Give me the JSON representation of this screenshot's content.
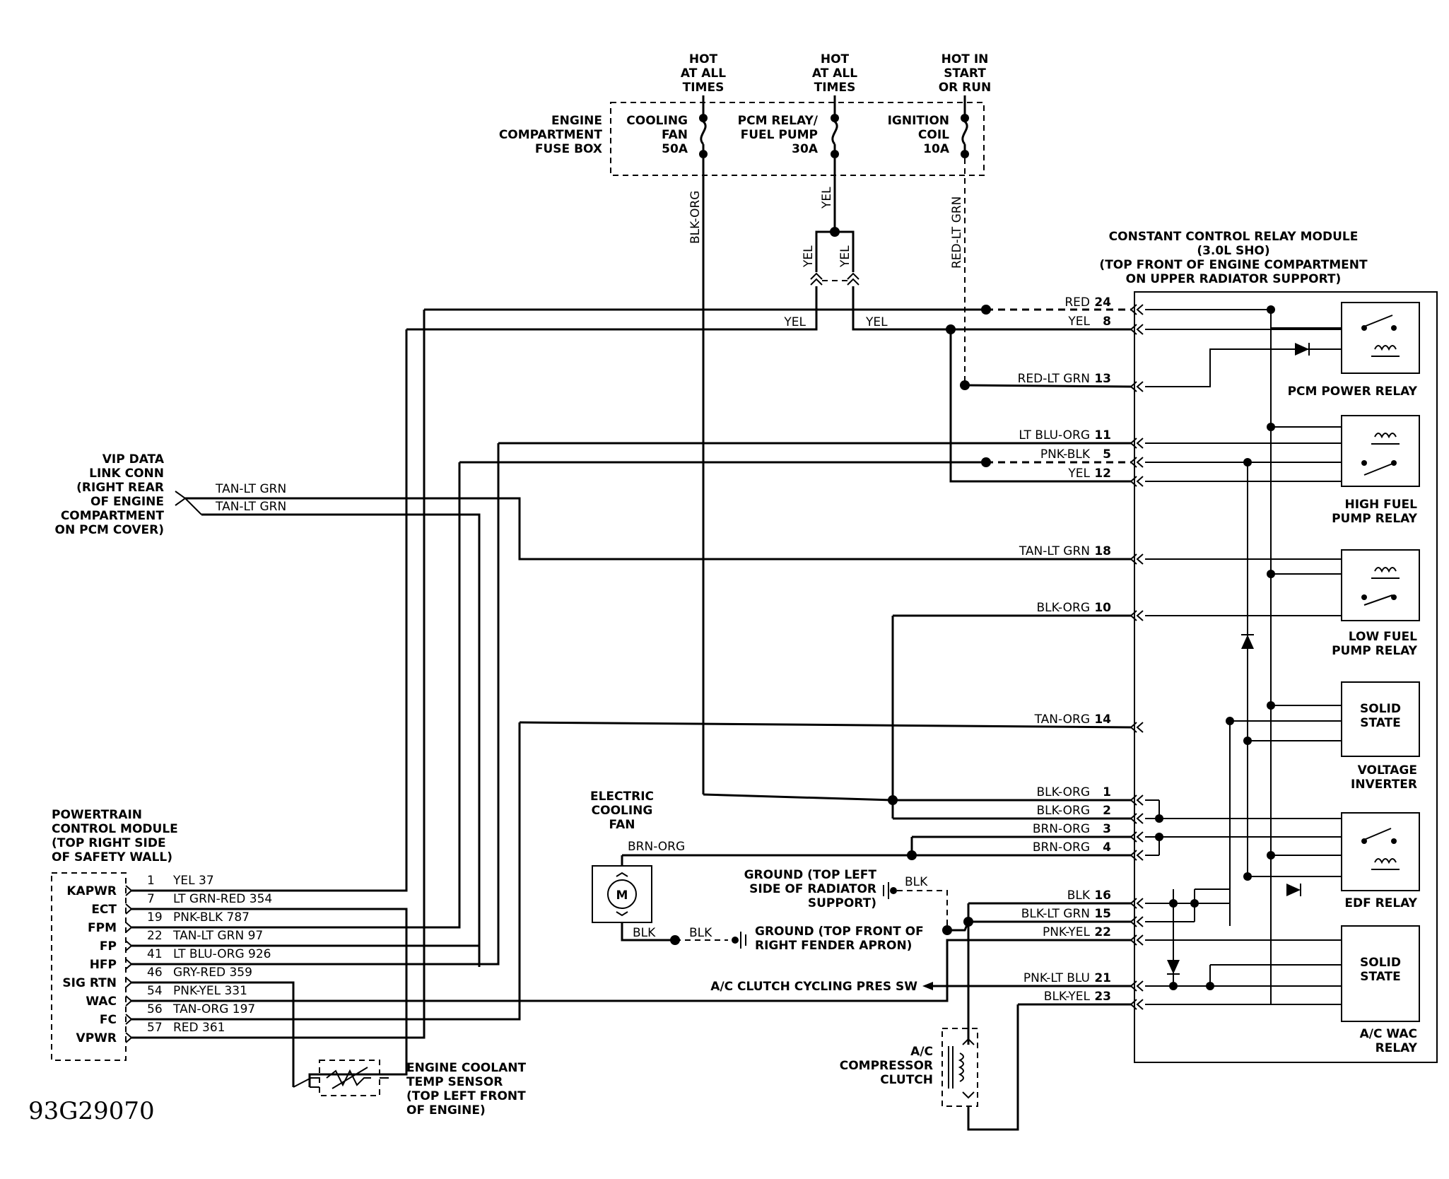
{
  "hot_labels": [
    {
      "lines": [
        "HOT",
        "AT ALL",
        "TIMES"
      ]
    },
    {
      "lines": [
        "HOT",
        "AT ALL",
        "TIMES"
      ]
    },
    {
      "lines": [
        "HOT IN",
        "START",
        "OR RUN"
      ]
    }
  ],
  "fuse_box": {
    "title": [
      "ENGINE",
      "COMPARTMENT",
      "FUSE BOX"
    ],
    "fuses": [
      {
        "lines": [
          "COOLING",
          "FAN",
          "50A"
        ]
      },
      {
        "lines": [
          "PCM RELAY/",
          "FUEL PUMP",
          "30A"
        ]
      },
      {
        "lines": [
          "IGNITION",
          "COIL",
          "10A"
        ]
      }
    ]
  },
  "vertical_wires": [
    "BLK-ORG",
    "YEL",
    "RED-LT GRN",
    "YEL",
    "YEL"
  ],
  "ccrm": {
    "title": [
      "CONSTANT CONTROL RELAY MODULE",
      "(3.0L SHO)",
      "(TOP FRONT OF ENGINE COMPARTMENT",
      "ON UPPER RADIATOR SUPPORT)"
    ],
    "pins": [
      {
        "color": "RED",
        "pin": "24"
      },
      {
        "color": "YEL",
        "pin": "8"
      },
      {
        "color": "RED-LT GRN",
        "pin": "13"
      },
      {
        "color": "LT BLU-ORG",
        "pin": "11"
      },
      {
        "color": "PNK-BLK",
        "pin": "5"
      },
      {
        "color": "YEL",
        "pin": "12"
      },
      {
        "color": "TAN-LT GRN",
        "pin": "18"
      },
      {
        "color": "BLK-ORG",
        "pin": "10"
      },
      {
        "color": "TAN-ORG",
        "pin": "14"
      },
      {
        "color": "BLK-ORG",
        "pin": "1"
      },
      {
        "color": "BLK-ORG",
        "pin": "2"
      },
      {
        "color": "BRN-ORG",
        "pin": "3"
      },
      {
        "color": "BRN-ORG",
        "pin": "4"
      },
      {
        "color": "BLK",
        "pin": "16"
      },
      {
        "color": "BLK-LT GRN",
        "pin": "15"
      },
      {
        "color": "PNK-YEL",
        "pin": "22"
      },
      {
        "color": "PNK-LT BLU",
        "pin": "21"
      },
      {
        "color": "BLK-YEL",
        "pin": "23"
      }
    ],
    "relays": [
      {
        "lines": [
          "PCM POWER RELAY"
        ]
      },
      {
        "lines": [
          "HIGH FUEL",
          "PUMP RELAY"
        ]
      },
      {
        "lines": [
          "LOW FUEL",
          "PUMP RELAY"
        ]
      },
      {
        "lines": [
          "VOLTAGE",
          "INVERTER"
        ]
      },
      {
        "lines": [
          "EDF RELAY"
        ]
      },
      {
        "lines": [
          "A/C WAC",
          "RELAY"
        ]
      }
    ],
    "solid_state": [
      "SOLID",
      "STATE"
    ],
    "wire_labels": {
      "yel_left": "YEL",
      "yel_right": "YEL"
    }
  },
  "vip": {
    "title": [
      "VIP DATA",
      "LINK CONN",
      "(RIGHT REAR",
      "OF ENGINE",
      "COMPARTMENT",
      "ON PCM COVER)"
    ],
    "wires": [
      "TAN-LT GRN",
      "TAN-LT GRN"
    ]
  },
  "pcm": {
    "title": [
      "POWERTRAIN",
      "CONTROL MODULE",
      "(TOP RIGHT SIDE",
      "OF SAFETY WALL)"
    ],
    "pins": [
      {
        "name": "KAPWR",
        "num": "1",
        "wire": "YEL 37"
      },
      {
        "name": "ECT",
        "num": "7",
        "wire": "LT GRN-RED 354"
      },
      {
        "name": "FPM",
        "num": "19",
        "wire": "PNK-BLK 787"
      },
      {
        "name": "FP",
        "num": "22",
        "wire": "TAN-LT GRN 97"
      },
      {
        "name": "HFP",
        "num": "41",
        "wire": "LT BLU-ORG 926"
      },
      {
        "name": "SIG RTN",
        "num": "46",
        "wire": "GRY-RED 359"
      },
      {
        "name": "WAC",
        "num": "54",
        "wire": "PNK-YEL 331"
      },
      {
        "name": "FC",
        "num": "56",
        "wire": "TAN-ORG 197"
      },
      {
        "name": "VPWR",
        "num": "57",
        "wire": "RED 361"
      }
    ]
  },
  "fan": {
    "title": [
      "ELECTRIC",
      "COOLING",
      "FAN"
    ],
    "motor": "M",
    "wire_top": "BRN-ORG",
    "wire_bottom": "BLK",
    "wire_ground": "BLK"
  },
  "grounds": [
    {
      "lines": [
        "GROUND (TOP LEFT",
        "SIDE OF RADIATOR",
        "SUPPORT)"
      ],
      "wire": "BLK"
    },
    {
      "lines": [
        "GROUND (TOP FRONT OF",
        "RIGHT FENDER APRON)"
      ]
    }
  ],
  "ac_switch": "A/C CLUTCH CYCLING PRES SW",
  "compressor": [
    "A/C",
    "COMPRESSOR",
    "CLUTCH"
  ],
  "ect_sensor": [
    "ENGINE COOLANT",
    "TEMP SENSOR",
    "(TOP LEFT FRONT",
    "OF ENGINE)"
  ],
  "figure_code": "93G29070"
}
